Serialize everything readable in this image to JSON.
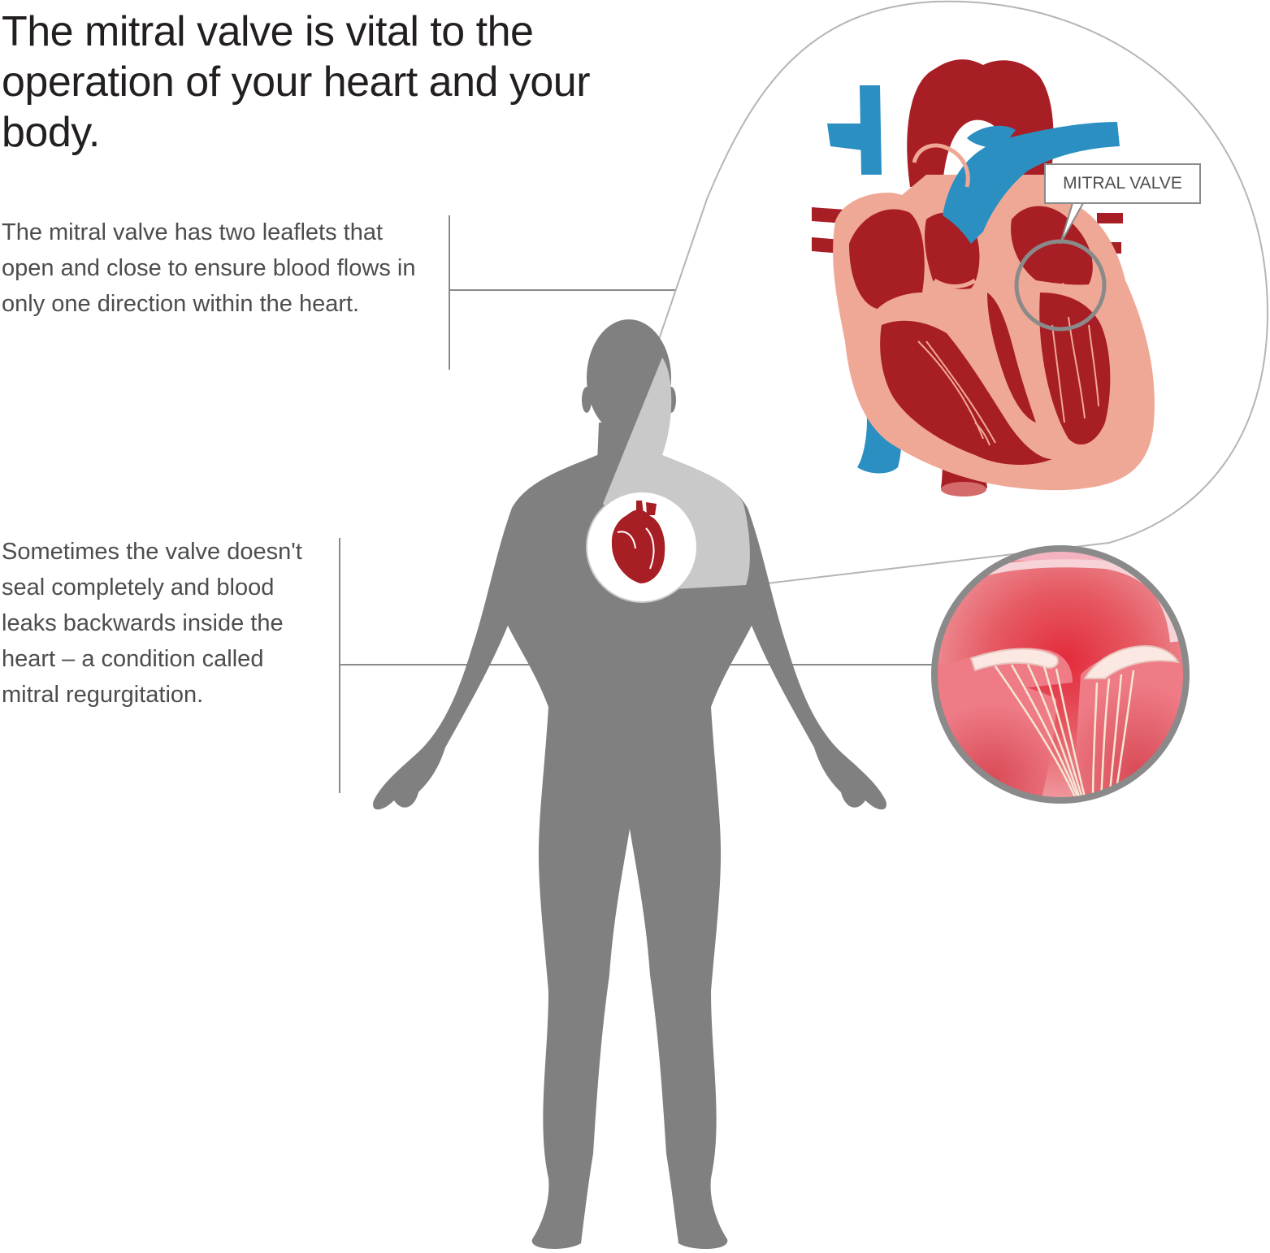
{
  "headline": "The mitral valve is vital to the operation of your heart and your body.",
  "paragraph_1": "The mitral valve has two leaflets that open and close to ensure blood flows in only one direction within the heart.",
  "paragraph_2": "Sometimes the valve doesn't seal completely and blood leaks backwards inside the heart – a condition called mitral regurgitation.",
  "callout_label": "MITRAL VALVE",
  "colors": {
    "body_silhouette": "#7f807f",
    "highlight": "#c9c9c9",
    "heart_red": "#a81e25",
    "heart_pink": "#f0a896",
    "vessel_blue": "#2b8fc2",
    "leader_line": "#8a8a8a",
    "heading_text": "#231f20",
    "body_text": "#4d4d4f"
  }
}
